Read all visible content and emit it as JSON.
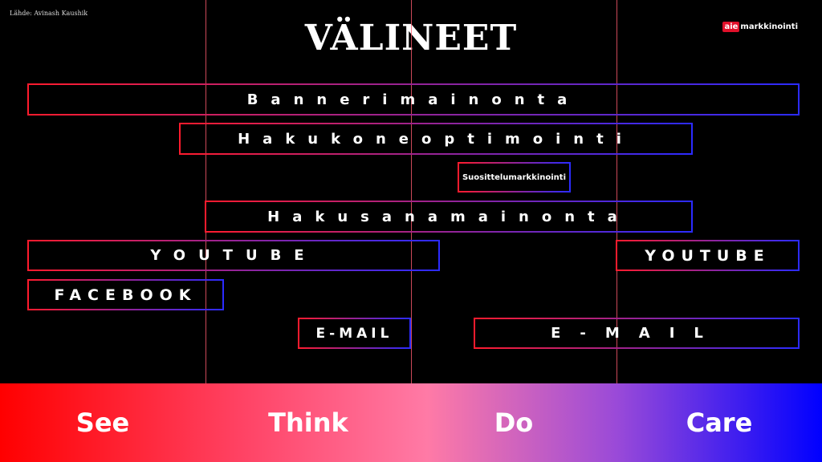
{
  "source": "Lähde: Avinash Kaushik",
  "title": "VÄLINEET",
  "logo": {
    "tag": "aie",
    "text": "markkinointi"
  },
  "channels": {
    "bannerimainonta": "Bannerimainonta",
    "hakukoneoptimointi": "Hakukoneoptimointi",
    "suosittelumarkkinointi": "Suosittelumarkkinointi",
    "hakusanamainonta": "Hakusanamainonta",
    "youtube_left": "YOUTUBE",
    "youtube_right": "YOUTUBE",
    "facebook": "FACEBOOK",
    "email_left": "E-MAIL",
    "email_right": "E-MAIL"
  },
  "stages": [
    "See",
    "Think",
    "Do",
    "Care"
  ],
  "colors": {
    "accent_red": "#ff1b2d",
    "accent_blue": "#2b2bff",
    "background": "#000000"
  }
}
